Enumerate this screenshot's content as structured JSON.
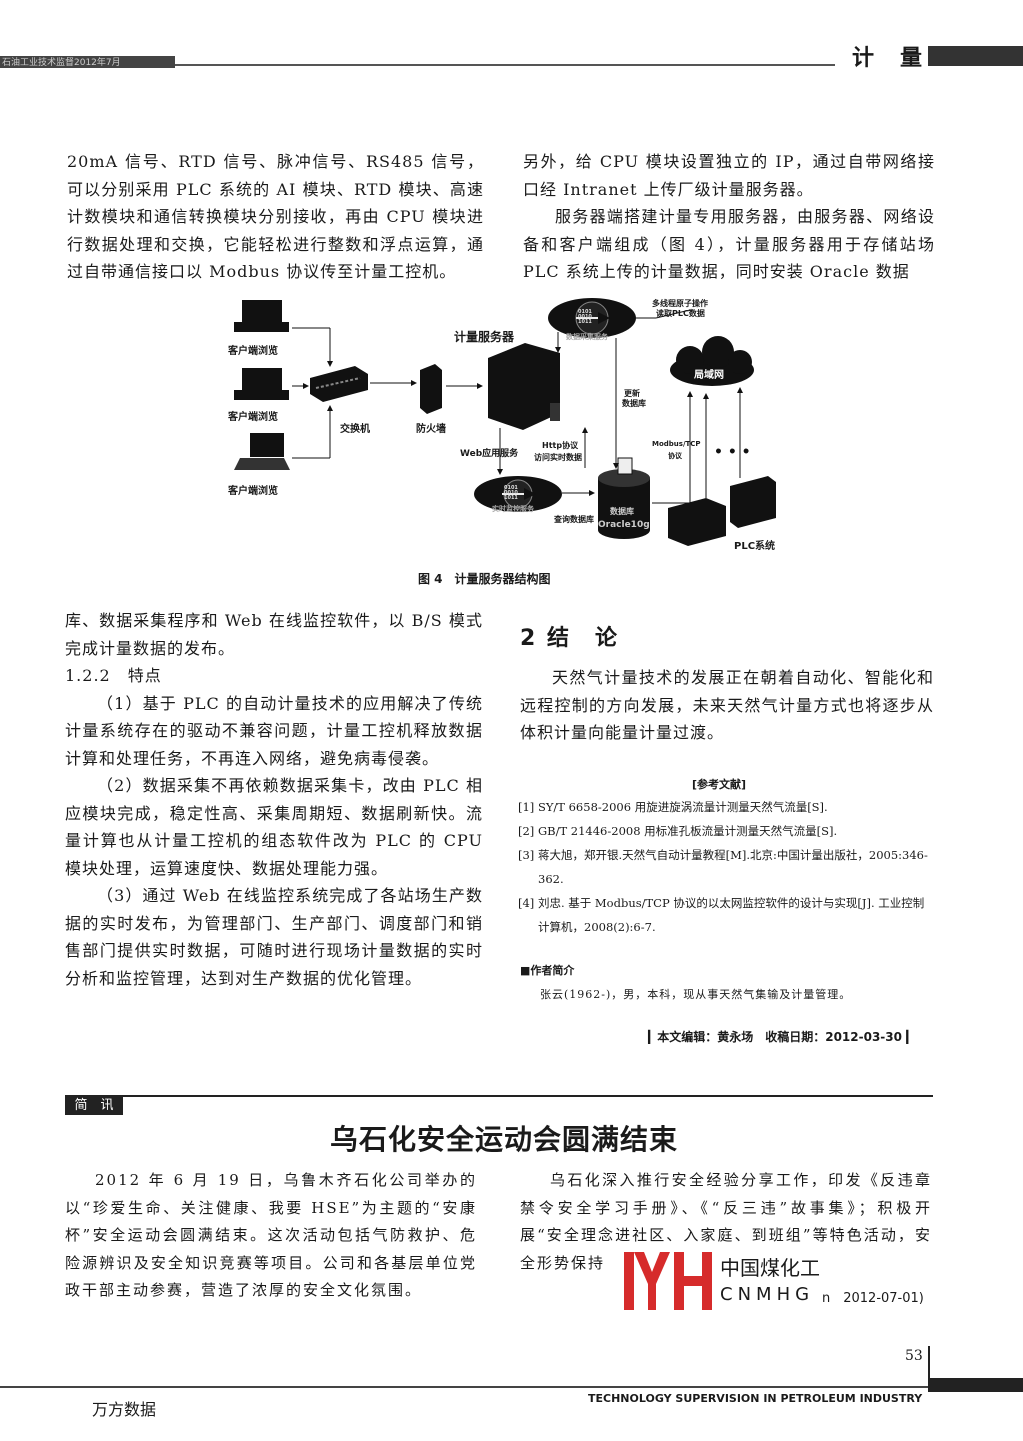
{
  "header": {
    "left_text": "石油工业技术监督2012年7月",
    "section": "计　量"
  },
  "top_left": {
    "paragraph": "20mA 信号、RTD 信号、脉冲信号、RS485 信号，可以分别采用 PLC 系统的 AI 模块、RTD 模块、高速计数模块和通信转换模块分别接收，再由 CPU 模块进行数据处理和交换，它能轻松进行整数和浮点运算，通过自带通信接口以 Modbus 协议传至计量工控机。"
  },
  "top_right": {
    "p1": "另外，给 CPU 模块设置独立的 IP，通过自带网络接口经 Intranet 上传厂级计量服务器。",
    "p2": "服务器端搭建计量专用服务器，由服务器、网络设备和客户端组成（图 4），计量服务器用于存储站场 PLC 系统上传的计量数据，同时安装 Oracle 数据"
  },
  "figure": {
    "caption": "图 4　计量服务器结构图",
    "labels": {
      "client1": "客户端浏览",
      "client2": "客户端浏览",
      "client3": "客户端浏览",
      "switch": "交换机",
      "firewall": "防火墙",
      "server": "计量服务器",
      "web": "Web应用服务",
      "http": "Http协议",
      "http2": "访问实时数据",
      "multi1": "多线程原子操作",
      "multi2": "读取PLC数据",
      "update1": "更新",
      "update2": "数据库",
      "lan": "局域网",
      "modbus1": "Modbus/TCP",
      "modbus2": "协议",
      "query": "查询数据库",
      "db1": "数据库",
      "db2": "Oracle10g",
      "plc": "PLC系统",
      "top_node": "数据采集服务",
      "bottom_node": "实时监控服务",
      "bits": "0101 0010 1011"
    }
  },
  "left_col": {
    "p_cont": "库、数据采集程序和 Web 在线监控软件，以 B/S 模式完成计量数据的发布。",
    "subhead": "1.2.2　特点",
    "item1": "（1）基于 PLC 的自动计量技术的应用解决了传统计量系统存在的驱动不兼容问题，计量工控机释放数据计算和处理任务，不再连入网络，避免病毒侵袭。",
    "item2": "（2）数据采集不再依赖数据采集卡，改由 PLC 相应模块完成，稳定性高、采集周期短、数据刷新快。流量计算也从计量工控机的组态软件改为 PLC 的 CPU 模块处理，运算速度快、数据处理能力强。",
    "item3": "（3）通过 Web 在线监控系统完成了各站场生产数据的实时发布，为管理部门、生产部门、调度部门和销售部门提供实时数据，可随时进行现场计量数据的实时分析和监控管理，达到对生产数据的优化管理。"
  },
  "right_col": {
    "heading": "2 结　论",
    "conclusion": "天然气计量技术的发展正在朝着自动化、智能化和远程控制的方向发展，未来天然气计量方式也将逐步从体积计量向能量计量过渡。",
    "refs_title": "[参考文献]",
    "refs": [
      "[1] SY/T 6658-2006 用旋进旋涡流量计测量天然气流量[S].",
      "[2] GB/T 21446-2008 用标准孔板流量计测量天然气流量[S].",
      "[3] 蒋大旭，郑开银.天然气自动计量教程[M].北京:中国计量出版社，2005:346-362.",
      "[4] 刘忠. 基于 Modbus/TCP 协议的以太网监控软件的设计与实现[J]. 工业控制计算机，2008(2):6-7."
    ],
    "author_title": "■作者简介",
    "author": "张云(1962-)，男，本科，现从事天然气集输及计量管理。",
    "editor": "▎本文编辑：黄永场　收稿日期：2012-03-30 ▎"
  },
  "news": {
    "tag": "简　讯",
    "title": "乌石化安全运动会圆满结束",
    "left": "2012 年 6 月 19 日，乌鲁木齐石化公司举办的以“珍爱生命、关注健康、我要 HSE”为主题的“安康杯”安全运动会圆满结束。这次活动包括气防救护、危险源辨识及安全知识竞赛等项目。公司和各基层单位党政干部主动参赛，营造了浓厚的安全文化氛围。",
    "right": "乌石化深入推行安全经验分享工作，印发《反违章禁令安全学习手册》、《“反三违”故事集》；积极开展“安全理念进社区、入家庭、到班组”等特色活动，安全形势保持",
    "source": "n　2012-07-01)"
  },
  "watermark": {
    "cn": "中国煤化工",
    "en": "CNMHG"
  },
  "footer": {
    "page": "53",
    "journal": "TECHNOLOGY SUPERVISION IN PETROLEUM INDUSTRY",
    "wanfang": "万方数据"
  }
}
